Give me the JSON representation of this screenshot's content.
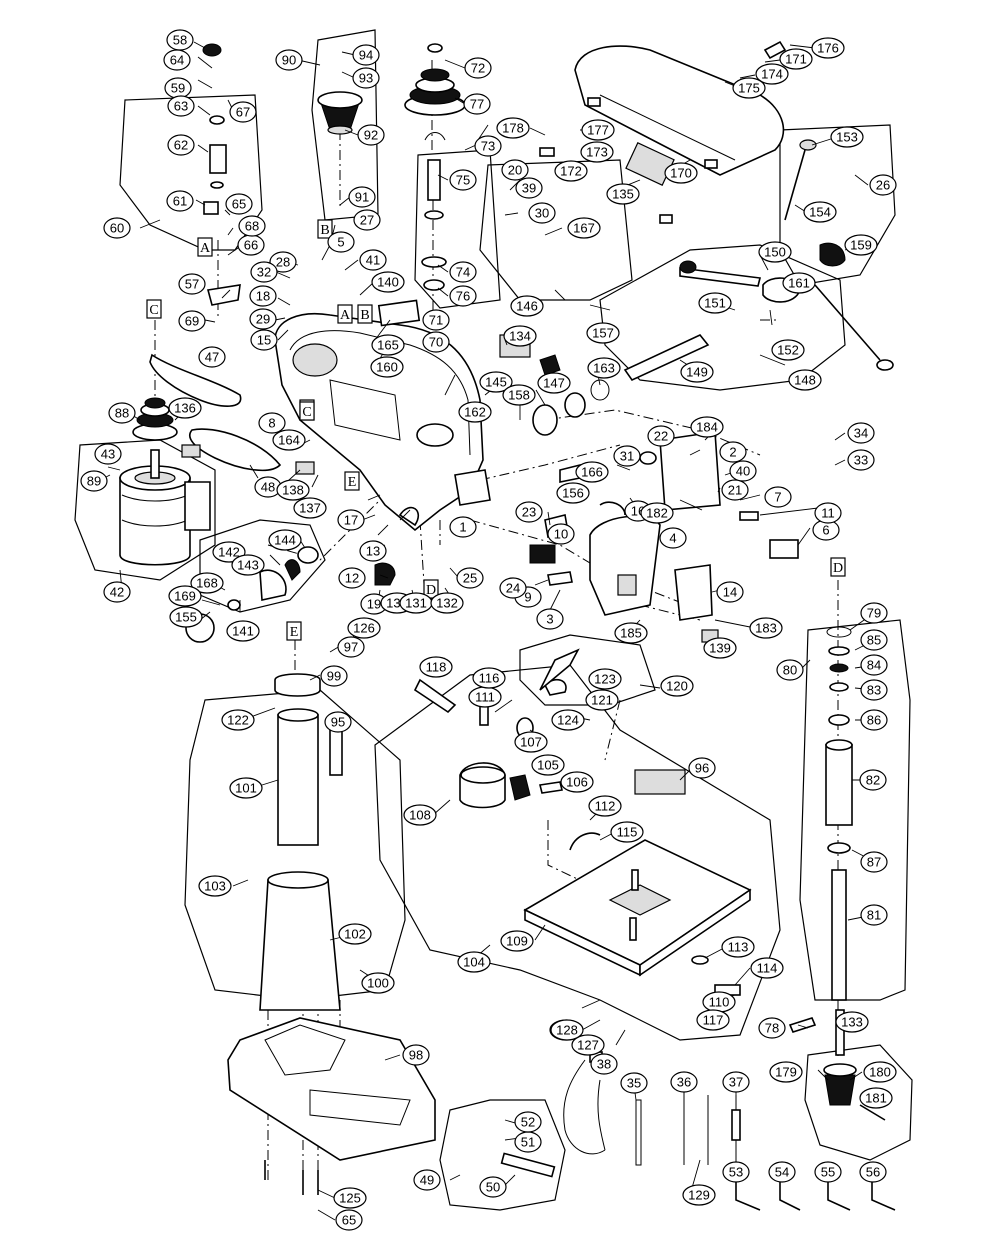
{
  "callouts": [
    "1",
    "2",
    "3",
    "4",
    "5",
    "6",
    "7",
    "8",
    "9",
    "10",
    "11",
    "12",
    "13",
    "14",
    "15",
    "16",
    "17",
    "18",
    "19",
    "20",
    "21",
    "22",
    "23",
    "24",
    "25",
    "26",
    "27",
    "28",
    "29",
    "30",
    "31",
    "32",
    "33",
    "34",
    "35",
    "36",
    "37",
    "38",
    "39",
    "40",
    "41",
    "42",
    "43",
    "47",
    "48",
    "49",
    "50",
    "51",
    "52",
    "53",
    "54",
    "55",
    "56",
    "57",
    "58",
    "59",
    "60",
    "61",
    "62",
    "63",
    "64",
    "65",
    "65",
    "66",
    "67",
    "68",
    "69",
    "70",
    "71",
    "72",
    "73",
    "74",
    "75",
    "76",
    "77",
    "78",
    "79",
    "80",
    "81",
    "82",
    "83",
    "84",
    "85",
    "86",
    "87",
    "88",
    "89",
    "90",
    "91",
    "92",
    "93",
    "94",
    "95",
    "96",
    "97",
    "98",
    "99",
    "100",
    "101",
    "102",
    "103",
    "104",
    "105",
    "106",
    "107",
    "108",
    "109",
    "110",
    "111",
    "112",
    "113",
    "114",
    "115",
    "116",
    "117",
    "118",
    "119",
    "120",
    "121",
    "122",
    "123",
    "124",
    "125",
    "126",
    "127",
    "128",
    "129",
    "130",
    "131",
    "132",
    "133",
    "134",
    "135",
    "136",
    "137",
    "138",
    "139",
    "140",
    "141",
    "142",
    "143",
    "144",
    "145",
    "146",
    "147",
    "148",
    "149",
    "150",
    "151",
    "152",
    "153",
    "154",
    "155",
    "156",
    "157",
    "158",
    "159",
    "160",
    "161",
    "162",
    "163",
    "164",
    "165",
    "166",
    "167",
    "168",
    "169",
    "170",
    "171",
    "172",
    "173",
    "174",
    "175",
    "176",
    "177",
    "178",
    "179",
    "180",
    "181",
    "182",
    "183",
    "184",
    "185"
  ],
  "letter_marks": [
    "A",
    "A",
    "B",
    "B",
    "C",
    "C",
    "D",
    "D",
    "E",
    "E"
  ],
  "colors": {
    "ink": "#000000",
    "paper": "#ffffff",
    "shade": "#555555"
  }
}
